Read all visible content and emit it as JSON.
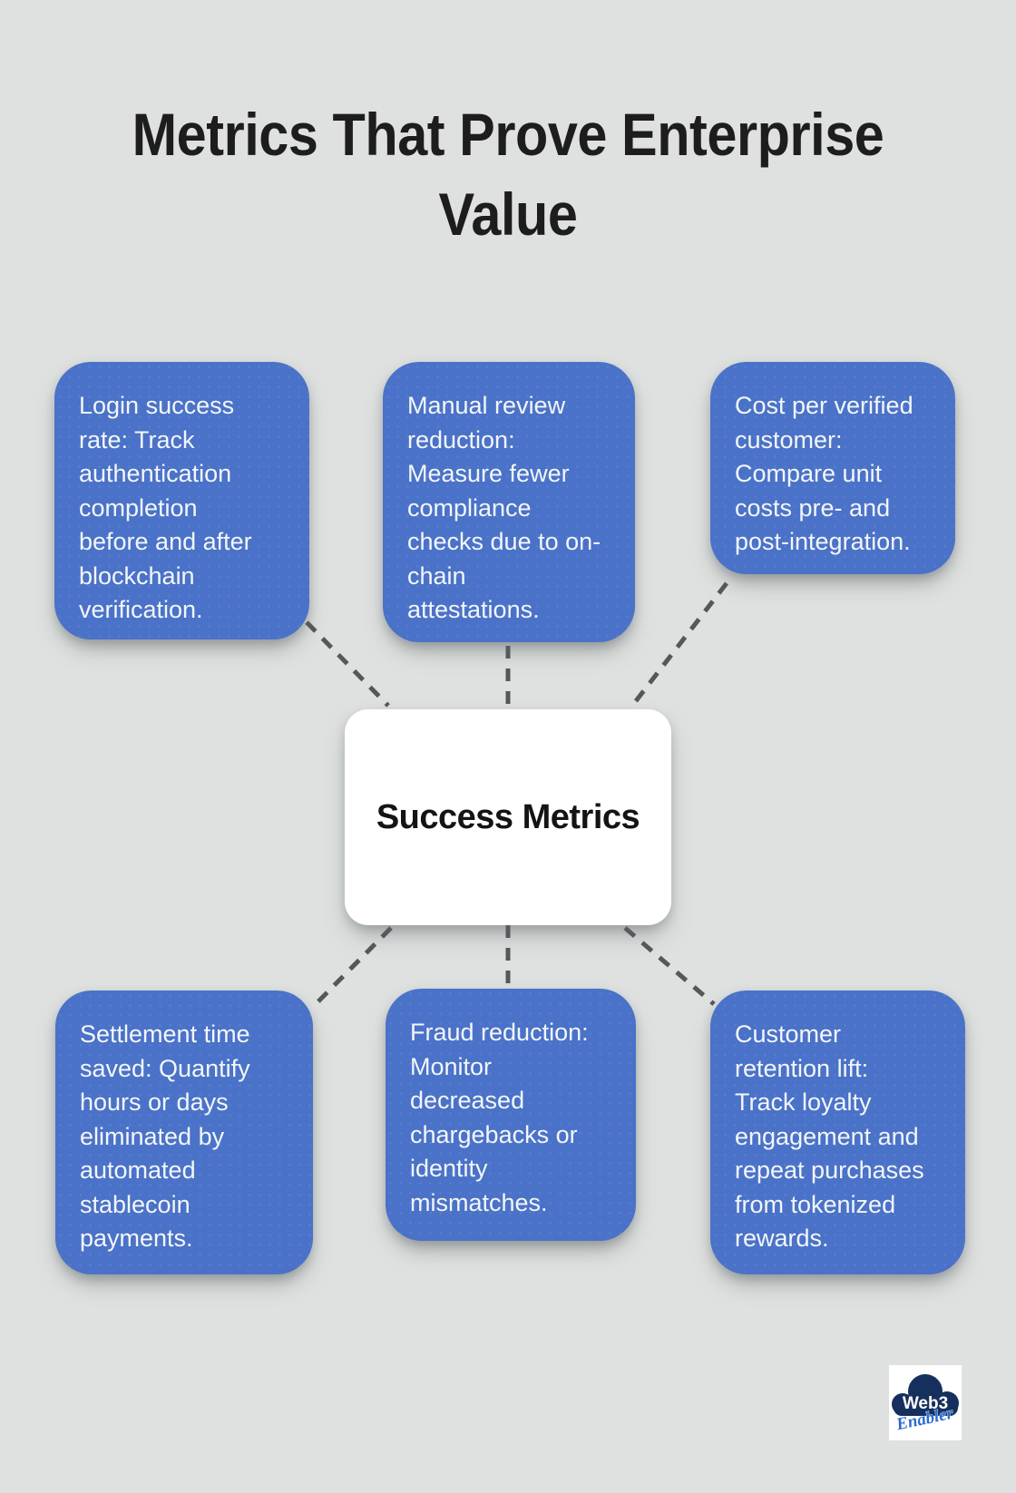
{
  "title": {
    "lines": [
      "Metrics That Prove Enterprise",
      "Value"
    ]
  },
  "center_node": {
    "label": "Success Metrics"
  },
  "metric_nodes": [
    {
      "name": "login-success-rate",
      "text": "Login success rate: Track authentication completion before and after blockchain verification."
    },
    {
      "name": "manual-review-reduction",
      "text": "Manual review reduction: Measure fewer compliance checks due to on-chain attestations."
    },
    {
      "name": "cost-per-verified-customer",
      "text": "Cost per verified customer: Compare unit costs pre- and post-integration."
    },
    {
      "name": "settlement-time-saved",
      "text": "Settlement time saved: Quantify hours or days eliminated by automated stablecoin payments."
    },
    {
      "name": "fraud-reduction",
      "text": "Fraud reduction: Monitor decreased chargebacks or identity mismatches."
    },
    {
      "name": "customer-retention-lift",
      "text": "Customer retention lift: Track loyalty engagement and repeat purchases from tokenized rewards."
    }
  ],
  "logo": {
    "brand_line1": "Web3",
    "brand_line2": "Enabler"
  },
  "colors": {
    "background": "#dee1df",
    "node_blue": "#4a72c8",
    "node_text": "#f3f6f8",
    "title_text": "#1d1d1d",
    "connector": "#54585a",
    "center_bg": "#ffffff",
    "logo_navy": "#16305e",
    "logo_blue": "#2b6bd3"
  }
}
